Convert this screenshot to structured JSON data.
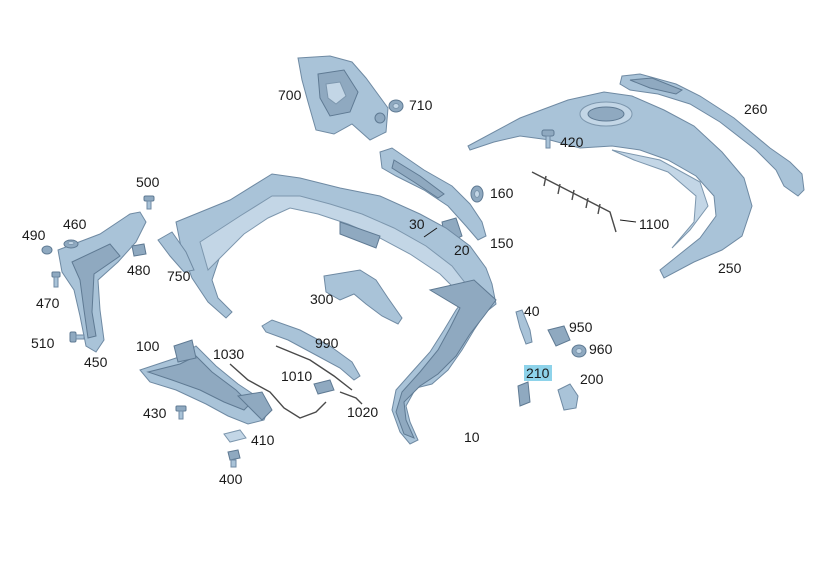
{
  "labels": {
    "p700": "700",
    "p710": "710",
    "p260": "260",
    "p420": "420",
    "p160": "160",
    "p500": "500",
    "p490": "490",
    "p460": "460",
    "p30": "30",
    "p1100": "1100",
    "p20": "20",
    "p150": "150",
    "p480": "480",
    "p750": "750",
    "p250": "250",
    "p470": "470",
    "p300": "300",
    "p40": "40",
    "p510": "510",
    "p950": "950",
    "p990": "990",
    "p100": "100",
    "p1030": "1030",
    "p960": "960",
    "p450": "450",
    "p210": "210",
    "p1010": "1010",
    "p200": "200",
    "p430": "430",
    "p1020": "1020",
    "p410": "410",
    "p10": "10",
    "p400": "400"
  },
  "highlight": {
    "label": "p210",
    "color": "#8ed3ea"
  },
  "colors": {
    "part": "#a9c3d8",
    "part_outline": "#6f8aa3",
    "text": "#1a1a1a"
  }
}
